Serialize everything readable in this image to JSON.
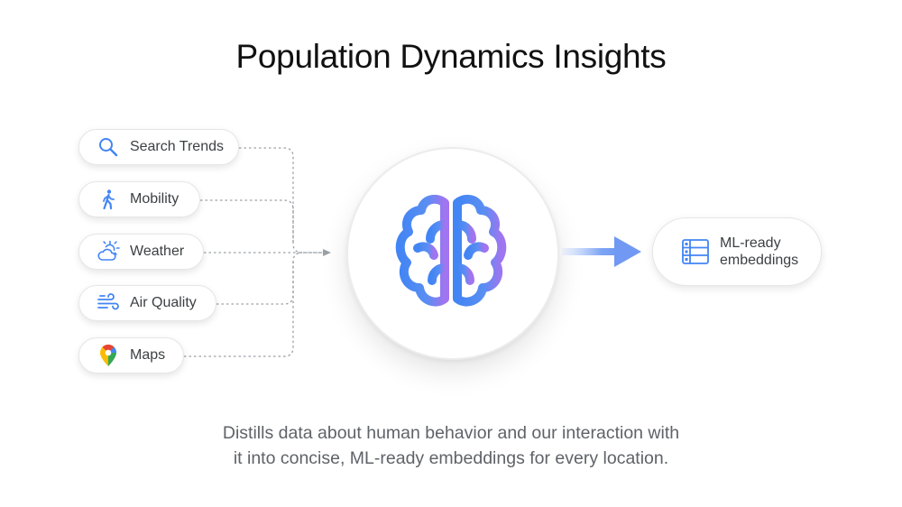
{
  "title": "Population Dynamics Insights",
  "inputs": [
    {
      "label": "Search Trends",
      "icon": "search-icon"
    },
    {
      "label": "Mobility",
      "icon": "walking-person-icon"
    },
    {
      "label": "Weather",
      "icon": "sun-cloud-icon"
    },
    {
      "label": "Air Quality",
      "icon": "wind-icon"
    },
    {
      "label": "Maps",
      "icon": "map-pin-icon"
    }
  ],
  "hub": {
    "icon": "brain-icon"
  },
  "output": {
    "line1": "ML-ready",
    "line2": "embeddings",
    "icon": "table-embeddings-icon"
  },
  "caption": {
    "line1": "Distills data about human behavior and our interaction with",
    "line2": "it into concise, ML-ready embeddings for every location."
  },
  "colors": {
    "accent_blue": "#4285f4",
    "accent_purple": "#a174f0",
    "connector_gray": "#9aa0a6",
    "text_dark": "#111111",
    "text_gray": "#5f6368"
  }
}
